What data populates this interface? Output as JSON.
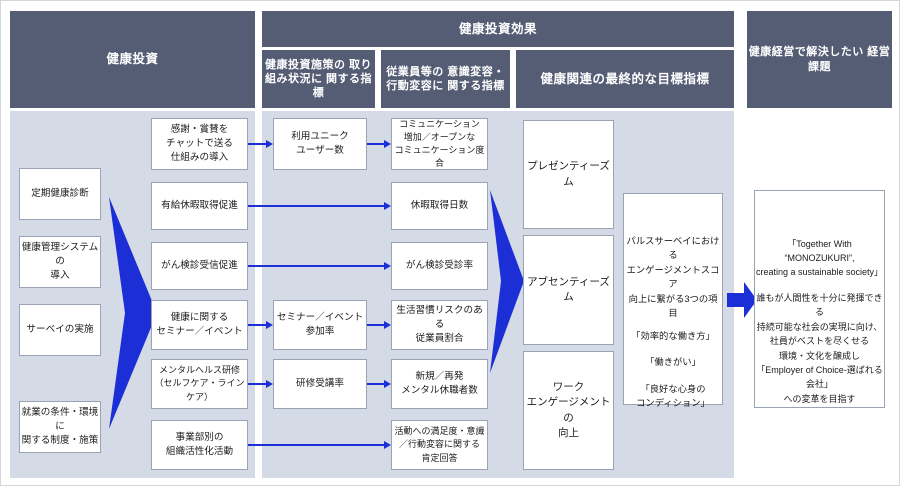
{
  "headers": {
    "investment": "健康投資",
    "effect": "健康投資効果",
    "measures": "健康投資施策の\n取り組み状況に\n関する指標",
    "behavior": "従業員等の\n意識変容・行動変容に\n関する指標",
    "final_goal": "健康関連の最終的な目標指標",
    "issue": "健康経営で解決したい\n経営課題"
  },
  "investment_items": [
    {
      "label": "定期健康診断"
    },
    {
      "label": "健康管理システムの\n導入"
    },
    {
      "label": "サーベイの実施"
    },
    {
      "label": "就業の条件・環境に\n関する制度・施策"
    }
  ],
  "measure_items": [
    {
      "label": "感謝・賞賛を\nチャットで送る\n仕組みの導入"
    },
    {
      "label": "有給休暇取得促進"
    },
    {
      "label": "がん検診受信促進"
    },
    {
      "label": "健康に関する\nセミナー／イベント"
    },
    {
      "label": "メンタルヘルス研修\n（セルフケア・ラインケア）"
    },
    {
      "label": "事業部別の\n組織活性化活動"
    }
  ],
  "kpi_items": [
    {
      "label": "利用ユニーク\nユーザー数"
    },
    {
      "label": "セミナー／イベント\n参加率"
    },
    {
      "label": "研修受講率"
    }
  ],
  "behavior_items": [
    {
      "label": "コミュニケーション\n増加／オープンな\nコミュニケーション度合"
    },
    {
      "label": "休暇取得日数"
    },
    {
      "label": "がん検診受診率"
    },
    {
      "label": "生活習慣リスクのある\n従業員割合"
    },
    {
      "label": "新規／再発\nメンタル休職者数"
    },
    {
      "label": "活動への満足度・意識\n／行動変容に関する\n肯定回答"
    }
  ],
  "goal_items": [
    {
      "label": "プレゼンティーズム"
    },
    {
      "label": "アブセンティーズム"
    },
    {
      "label": "ワーク\nエンゲージメントの\n向上"
    }
  ],
  "pulse_box": {
    "lead": "パルスサーベイにおける\nエンゲージメントスコア\n向上に繋がる3つの項目",
    "items": "「効率的な働き方」\n\n「働きがい」\n\n「良好な心身の\nコンディション」"
  },
  "vision_box": {
    "headline": "「Together With “MONOZUKURI”,\ncreating a sustainable society」",
    "body": "誰もが人間性を十分に発揮できる\n持続可能な社会の実現に向け、\n社員がベストを尽くせる\n環境・文化を醸成し\n「Employer of Choice-選ばれる会社」\nへの変革を目指す"
  },
  "colors": {
    "header_bg": "#555d75",
    "panel_bg": "#d4dae6",
    "arrow_blue": "#1c2fd6",
    "box_border": "#9aa3b4"
  }
}
